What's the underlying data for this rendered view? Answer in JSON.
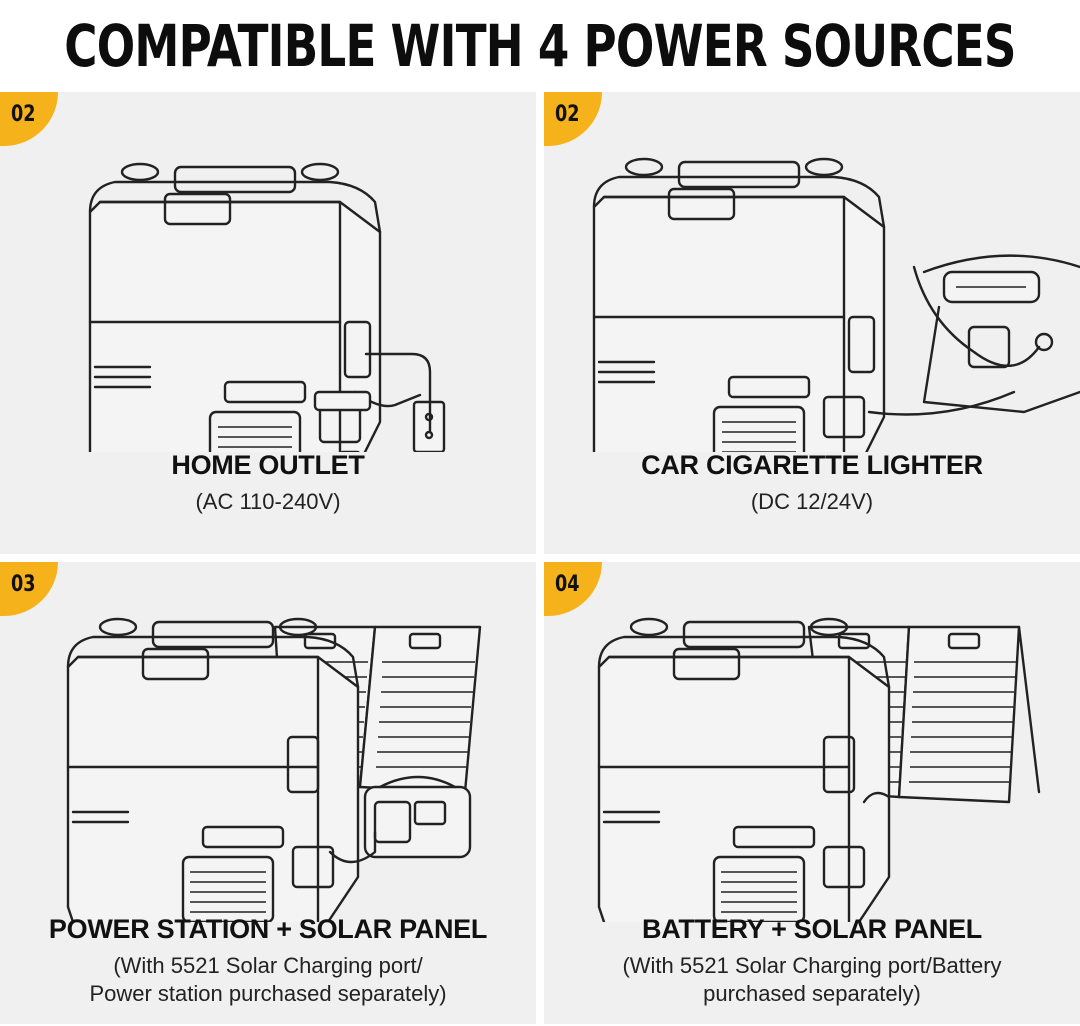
{
  "title": "COMPATIBLE WITH 4 POWER SOURCES",
  "panels": [
    {
      "badge": "02",
      "label": "HOME OUTLET",
      "sub1": "(AC 110-240V)",
      "sub2": ""
    },
    {
      "badge": "02",
      "label": "CAR CIGARETTE LIGHTER",
      "sub1": "(DC 12/24V)",
      "sub2": ""
    },
    {
      "badge": "03",
      "label": "POWER STATION + SOLAR PANEL",
      "sub1": "(With 5521 Solar Charging port/",
      "sub2": "Power station purchased separately)"
    },
    {
      "badge": "04",
      "label": "BATTERY + SOLAR PANEL",
      "sub1": "(With 5521 Solar Charging port/Battery",
      "sub2": "purchased separately)"
    }
  ],
  "colors": {
    "badge": "#f6b21a",
    "panel_bg": "#f0f0f0",
    "ink": "#111111"
  },
  "icons": [
    "fridge-icon",
    "wall-outlet-icon",
    "car-dashboard-icon",
    "solar-panel-icon",
    "power-station-icon"
  ]
}
